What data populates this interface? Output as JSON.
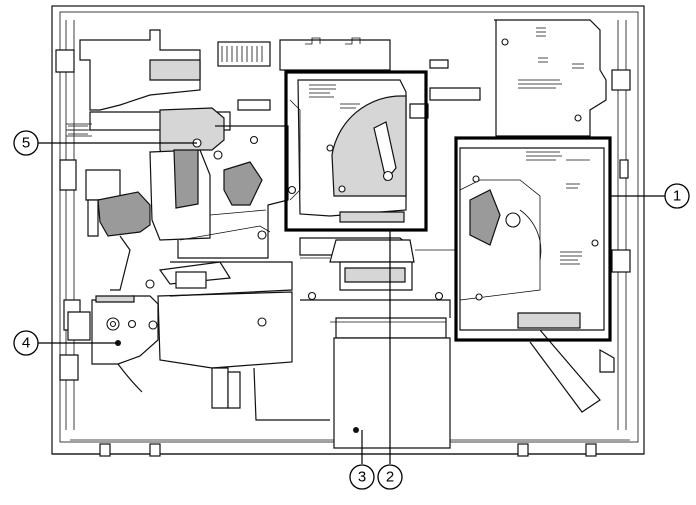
{
  "diagram": {
    "callouts": [
      {
        "id": "1",
        "label": "1"
      },
      {
        "id": "2",
        "label": "2"
      },
      {
        "id": "3",
        "label": "3"
      },
      {
        "id": "4",
        "label": "4"
      },
      {
        "id": "5",
        "label": "5"
      }
    ],
    "highlight_boxes": 2,
    "colors": {
      "line": "#111111",
      "fill_gray": "#d6d6d6",
      "highlight": "#000000"
    }
  }
}
